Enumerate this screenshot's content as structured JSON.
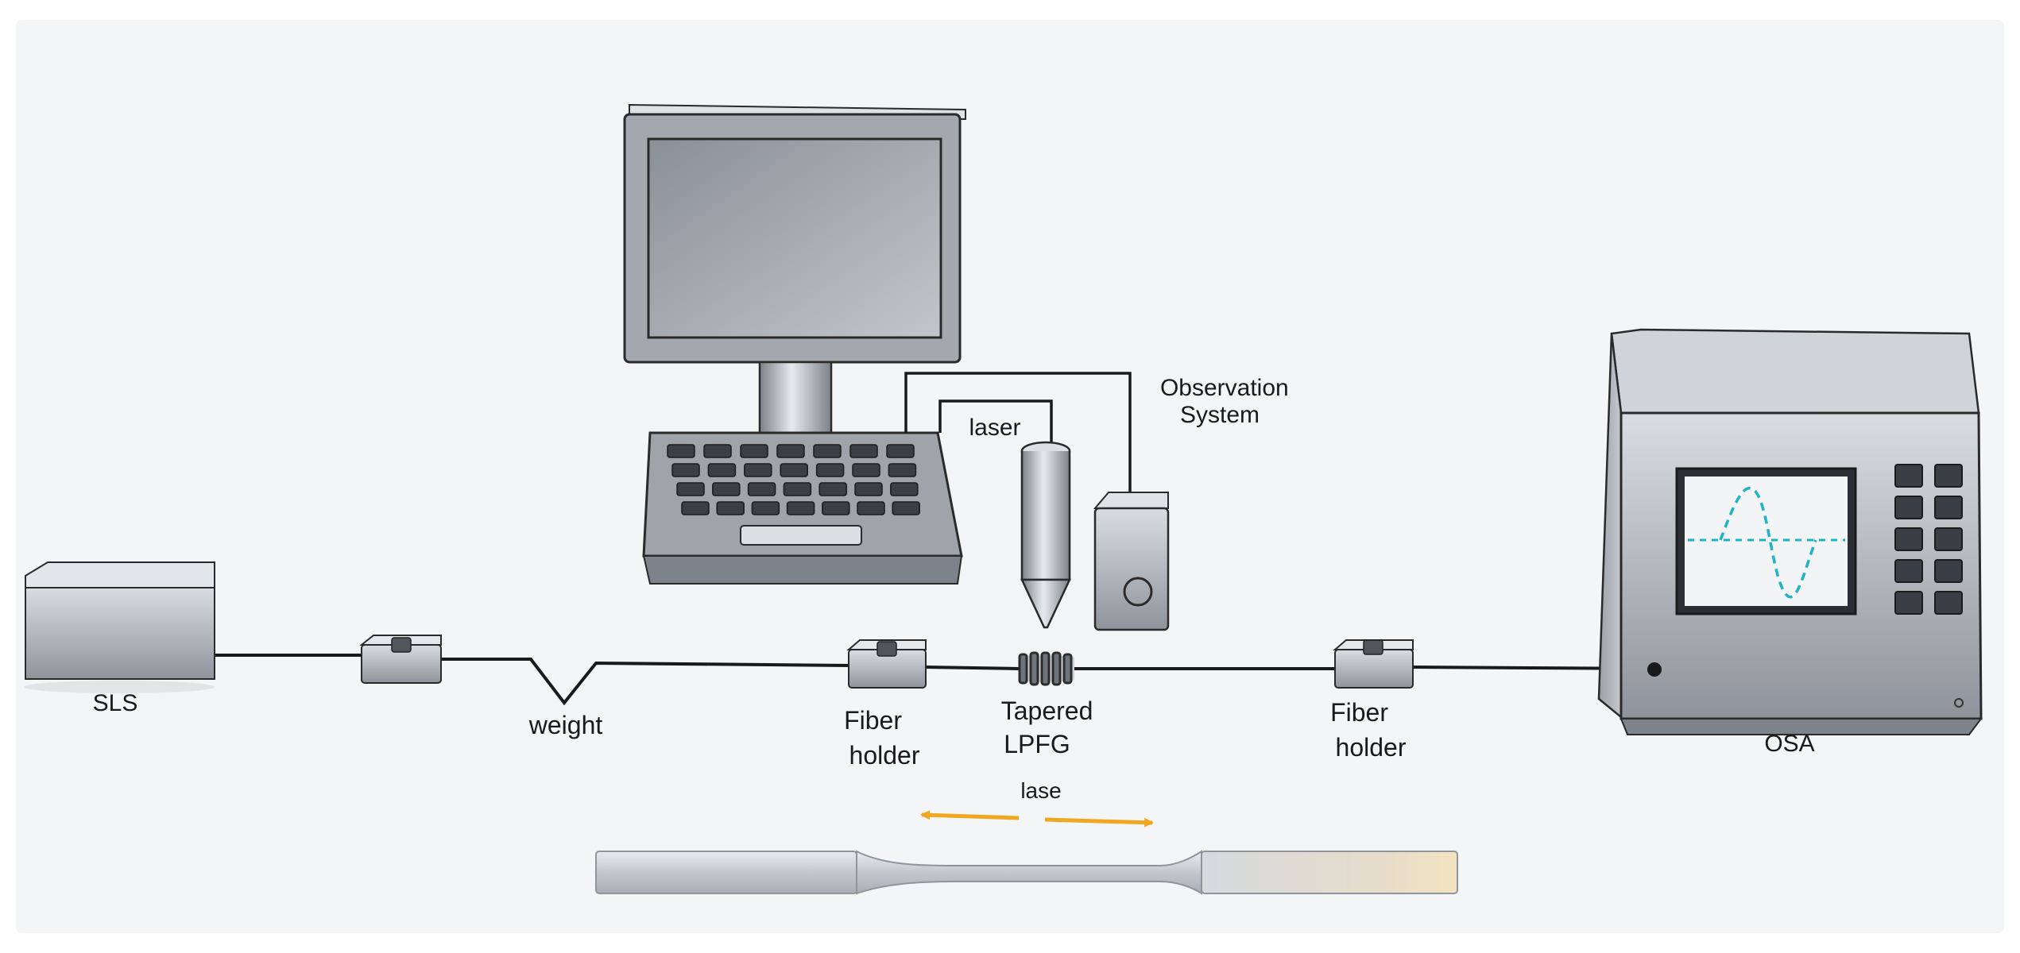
{
  "labels": {
    "sls": "SLS",
    "weight": "weight",
    "fiber_holder_left": [
      "Fiber",
      "holder"
    ],
    "tapered_lpfg": [
      "Tapered",
      "LPFG"
    ],
    "fiber_holder_right": [
      "Fiber",
      "holder"
    ],
    "osa": "OSA",
    "laser": "laser",
    "observation_system": [
      "Observation",
      "System"
    ],
    "lase": "lase"
  },
  "colors": {
    "background": "#f4f5f6",
    "device_body": "#a8adb3",
    "device_dark": "#6f757c",
    "screen_signal": "#1fb3c7",
    "arrow_accent": "#f0a722",
    "fiber_line": "#1a1a1a"
  },
  "icons": {
    "computer": "desktop-computer-icon",
    "keyboard": "keyboard-icon",
    "laser_head": "laser-nozzle-icon",
    "camera": "camera-icon",
    "osa": "spectrum-analyzer-icon",
    "source": "light-source-box-icon",
    "holder": "fiber-holder-icon",
    "grating": "grating-coil-icon",
    "taper": "tapered-fiber-icon"
  }
}
